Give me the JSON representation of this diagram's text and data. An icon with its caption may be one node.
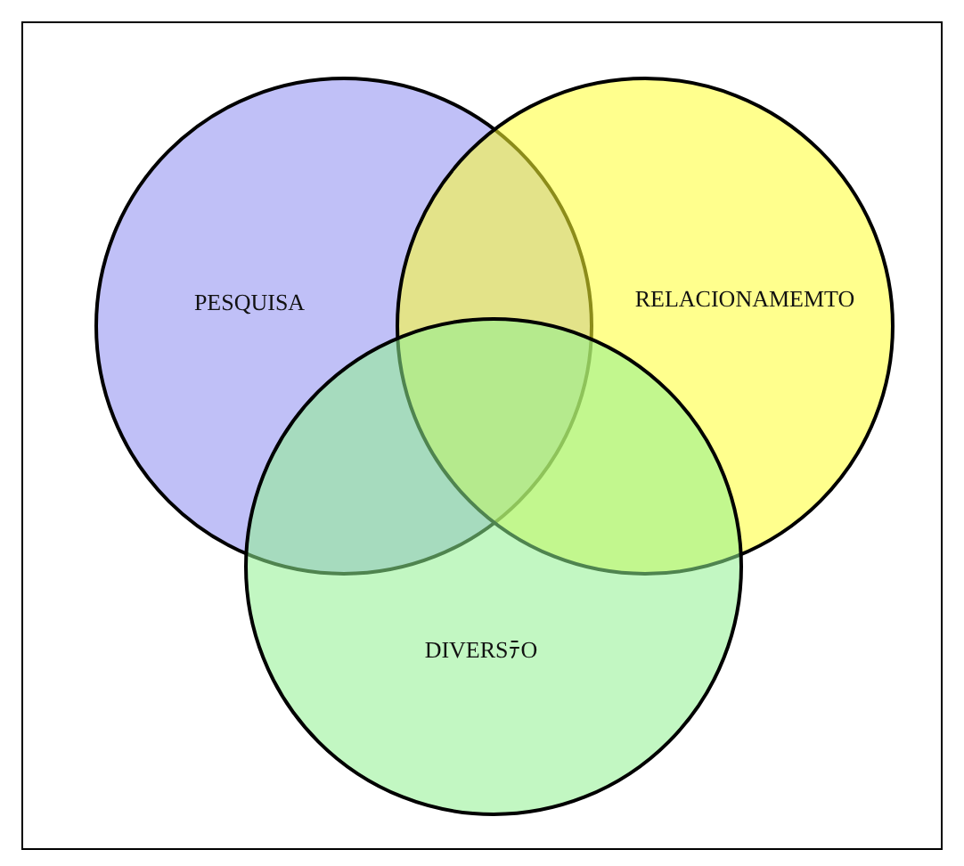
{
  "diagram": {
    "nodes": [
      {
        "text": [
          "PESQUISA"
        ]
      },
      {
        "text": [
          "RELACIONAMEMTO"
        ]
      },
      {
        "text": [
          "DIVERSﾃO"
        ]
      }
    ]
  }
}
